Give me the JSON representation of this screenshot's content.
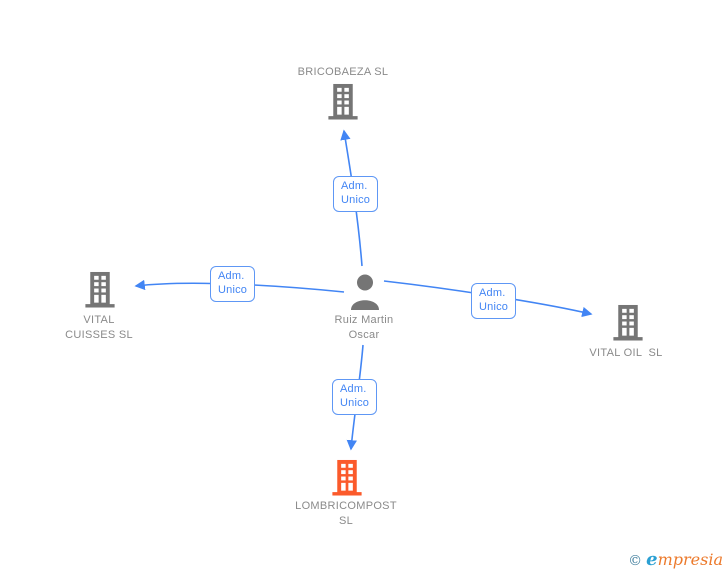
{
  "graph": {
    "center_person": {
      "name_line1": "Ruiz Martin",
      "name_line2": "Oscar"
    },
    "companies": {
      "top": {
        "name": "BRICOBAEZA SL"
      },
      "left": {
        "name_line1": "VITAL",
        "name_line2": "CUISSES SL"
      },
      "right": {
        "name": "VITAL OIL  SL"
      },
      "bottom": {
        "name_line1": "LOMBRICOMPOST",
        "name_line2": "SL"
      }
    },
    "edge_labels": {
      "top": {
        "line1": "Adm.",
        "line2": "Unico"
      },
      "left": {
        "line1": "Adm.",
        "line2": "Unico"
      },
      "right": {
        "line1": "Adm.",
        "line2": "Unico"
      },
      "bottom": {
        "line1": "Adm.",
        "line2": "Unico"
      }
    }
  },
  "colors": {
    "edge_blue": "#4285f4",
    "edge_label_border": "#5e97f5",
    "node_gray": "#757575",
    "highlight_orange": "#fb5a2b",
    "label_text_gray": "#8a8a8a",
    "watermark_teal": "#2ba0d3",
    "watermark_orange": "#ec7a2c"
  },
  "watermark": {
    "copyright_symbol": "©",
    "brand_first_letter": "e",
    "brand_rest": "mpresia"
  }
}
